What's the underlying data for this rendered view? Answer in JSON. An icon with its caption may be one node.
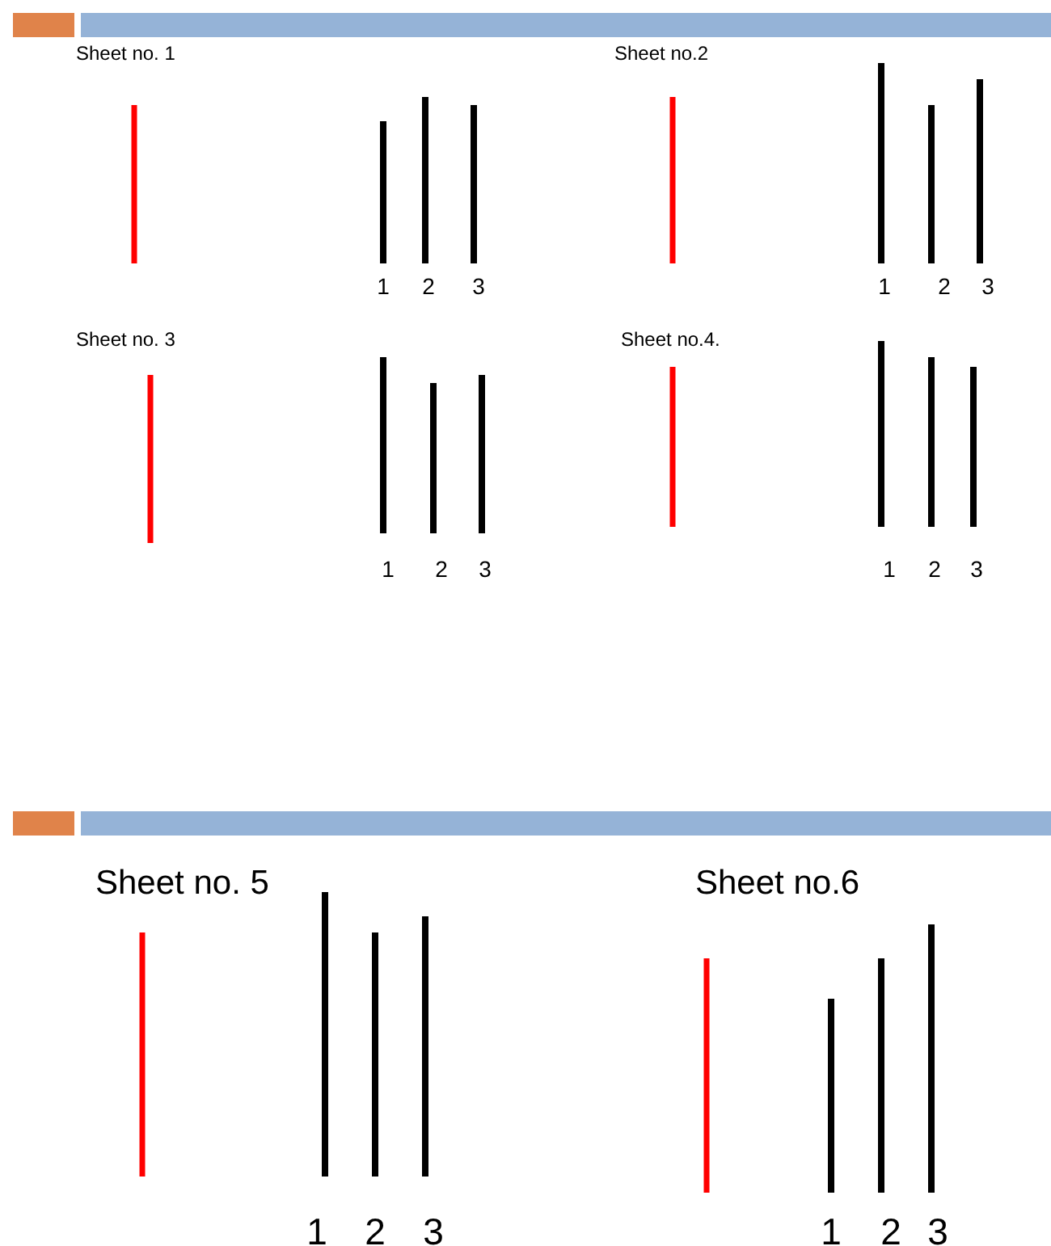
{
  "diagram": {
    "labels": [
      "Sheet  no. 1",
      "1",
      "2",
      "3",
      "Sheet no.2",
      "1",
      "2",
      "3",
      "Sheet no. 3",
      "1",
      "2",
      "3",
      "Sheet no.4.",
      "1",
      "2",
      "3",
      "Sheet no. 5",
      "1",
      "2",
      "3",
      "Sheet no.6",
      "1",
      "2",
      "3"
    ]
  }
}
